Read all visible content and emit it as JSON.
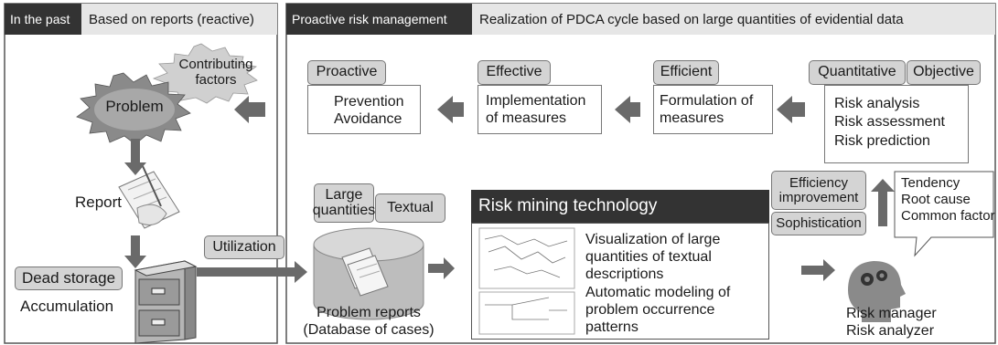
{
  "left_panel": {
    "header_dark": "In the past",
    "header_light": "Based on reports (reactive)",
    "contributing_factors": [
      "Contributing",
      "factors"
    ],
    "problem": "Problem",
    "report": "Report",
    "dead_storage": "Dead storage",
    "accumulation": "Accumulation"
  },
  "right_panel": {
    "header_dark": "Proactive risk management",
    "header_light": "Realization of PDCA cycle based on large quantities of evidential data",
    "proactive_tag": "Proactive",
    "prevention": [
      "Prevention",
      "Avoidance"
    ],
    "effective_tag": "Effective",
    "implementation": [
      "Implementation",
      "of measures"
    ],
    "efficient_tag": "Efficient",
    "formulation": [
      "Formulation of",
      "measures"
    ],
    "quantitative_tag": "Quantitative",
    "objective_tag": "Objective",
    "risk_items": [
      "Risk analysis",
      "Risk assessment",
      "Risk prediction"
    ],
    "utilization": "Utilization",
    "large_quantities": [
      "Large",
      "quantities"
    ],
    "textual": "Textual",
    "problem_reports": [
      "Problem reports",
      "(Database of cases)"
    ],
    "risk_mining_title": "Risk mining technology",
    "visualization": [
      "Visualization of large",
      "quantities of textual",
      "descriptions"
    ],
    "automatic_modeling": [
      "Automatic modeling of",
      "problem occurrence",
      "patterns"
    ],
    "efficiency": [
      "Efficiency",
      "improvement"
    ],
    "sophistication": "Sophistication",
    "speech": [
      "Tendency",
      "Root cause",
      "Common factor"
    ],
    "risk_manager": [
      "Risk manager",
      "Risk analyzer"
    ]
  }
}
